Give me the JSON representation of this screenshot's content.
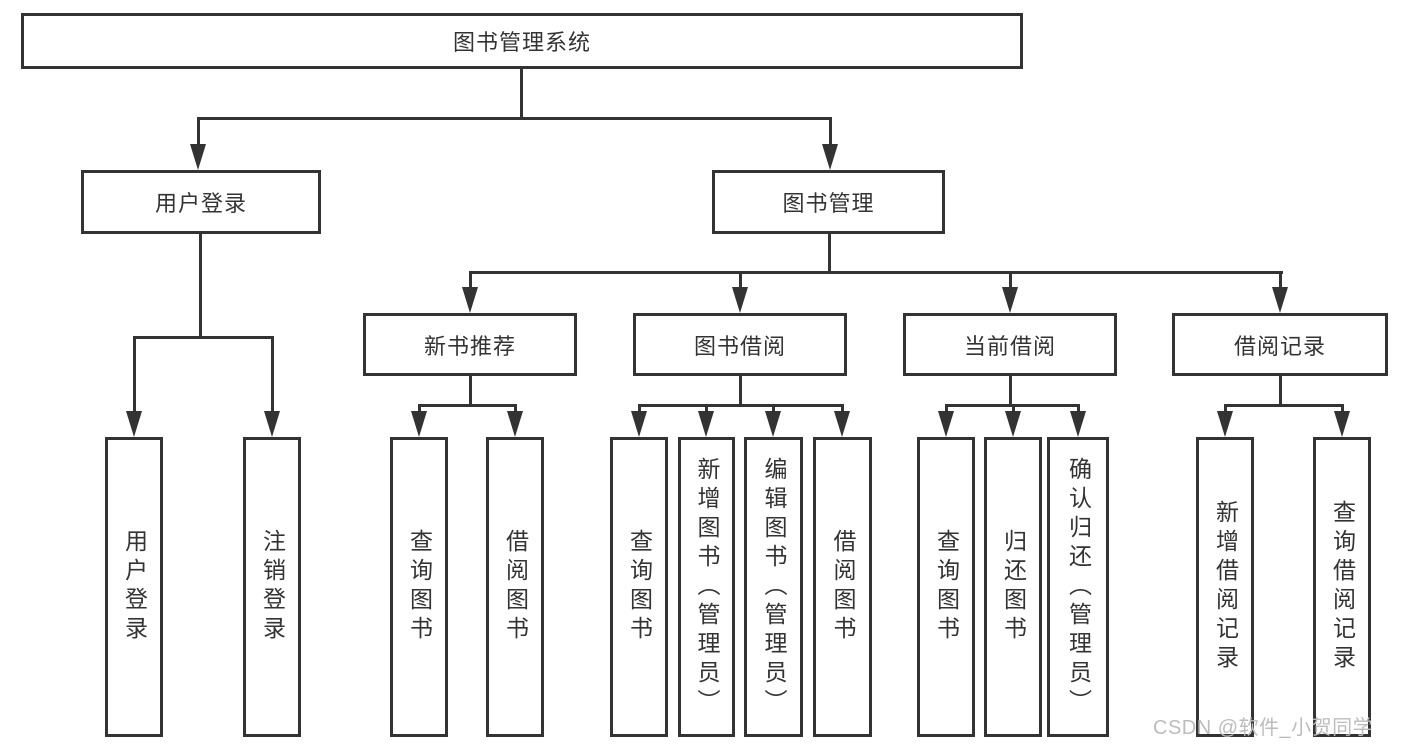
{
  "colors": {
    "line": "#333333",
    "text": "#333333",
    "background": "#ffffff",
    "watermark": "#bcbcbc"
  },
  "watermark_text": "CSDN @软件_小贺同学",
  "tree": {
    "root": "图书管理系统",
    "branches": [
      {
        "label": "用户登录",
        "children": [
          "用户登录",
          "注销登录"
        ]
      },
      {
        "label": "图书管理",
        "children": [
          {
            "label": "新书推荐",
            "children": [
              "查询图书",
              "借阅图书"
            ]
          },
          {
            "label": "图书借阅",
            "children": [
              "查询图书",
              "新增图书（管理员）",
              "编辑图书（管理员）",
              "借阅图书"
            ]
          },
          {
            "label": "当前借阅",
            "children": [
              "查询图书",
              "归还图书",
              "确认归还（管理员）"
            ]
          },
          {
            "label": "借阅记录",
            "children": [
              "新增借阅记录",
              "查询借阅记录"
            ]
          }
        ]
      }
    ]
  }
}
